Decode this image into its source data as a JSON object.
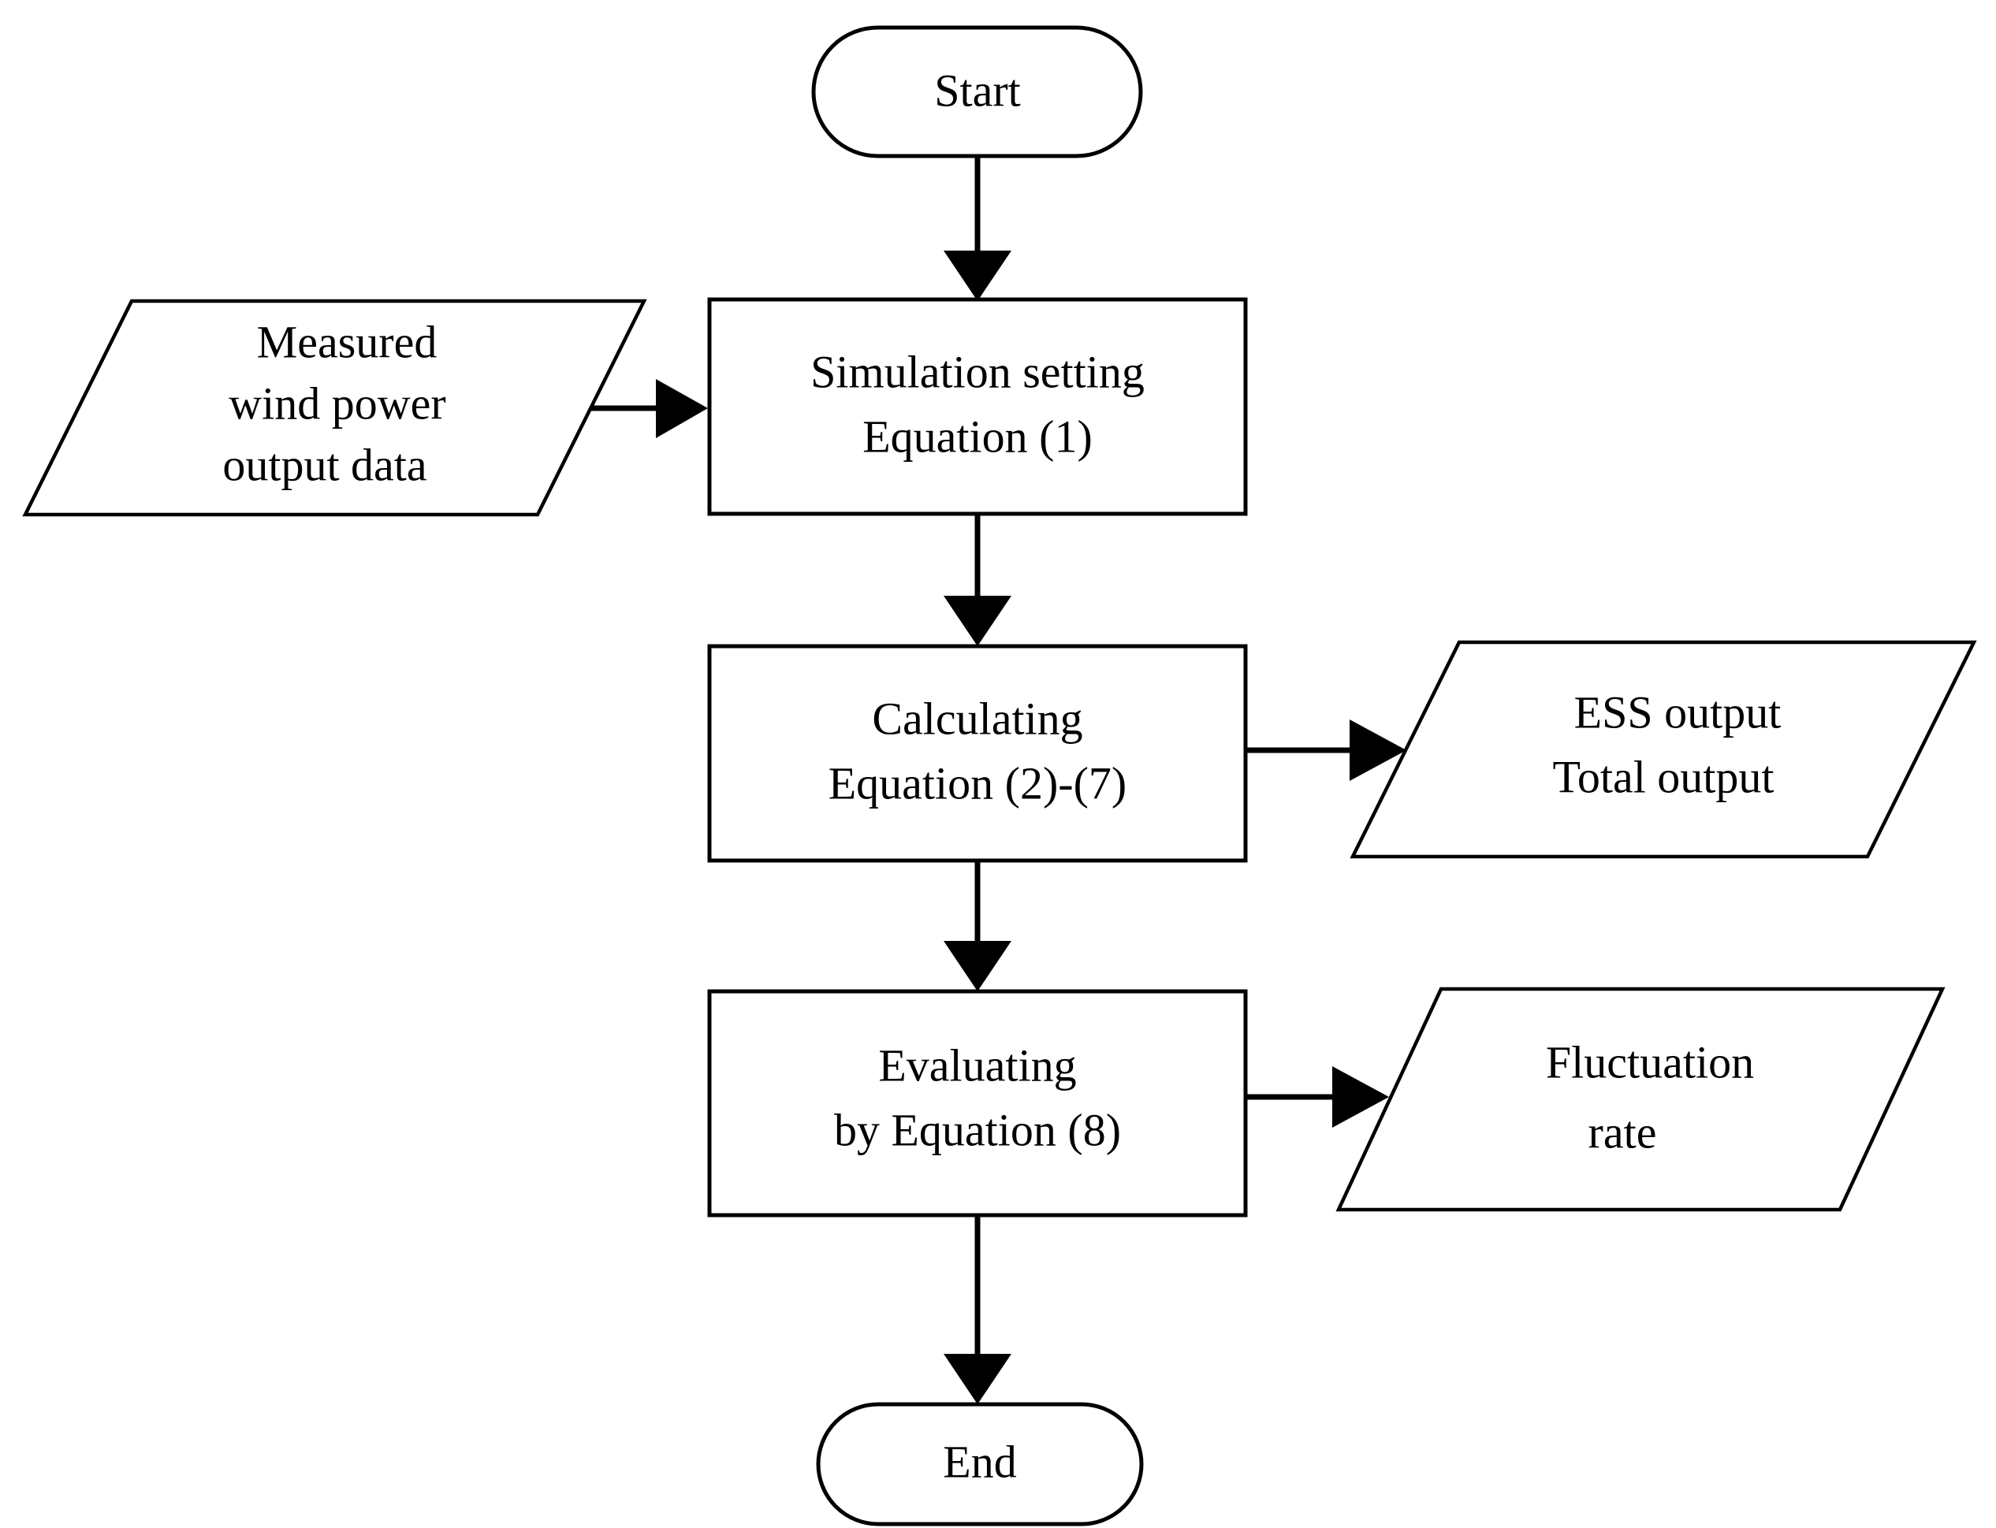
{
  "diagram": {
    "type": "flowchart",
    "title": "",
    "background_color": "#ffffff",
    "line_color": "#000000",
    "text_color": "#000000",
    "nodes": {
      "start": {
        "shape": "terminator",
        "label": "Start",
        "lines": [
          "Start"
        ]
      },
      "measured_data": {
        "shape": "parallelogram",
        "label": "Measured wind power output data",
        "lines": [
          "Measured",
          "wind power",
          "output data"
        ]
      },
      "simulation_setting": {
        "shape": "process",
        "label": "Simulation setting Equation (1)",
        "lines": [
          "Simulation setting",
          "Equation (1)"
        ]
      },
      "calculating": {
        "shape": "process",
        "label": "Calculating Equation (2)-(7)",
        "lines": [
          "Calculating",
          "Equation (2)-(7)"
        ]
      },
      "ess_output": {
        "shape": "parallelogram",
        "label": "ESS output Total output",
        "lines": [
          "ESS output",
          "Total output"
        ]
      },
      "evaluating": {
        "shape": "process",
        "label": "Evaluating by Equation (8)",
        "lines": [
          "Evaluating",
          "by Equation (8)"
        ]
      },
      "fluctuation_rate": {
        "shape": "parallelogram",
        "label": "Fluctuation rate",
        "lines": [
          "Fluctuation",
          "rate"
        ]
      },
      "end": {
        "shape": "terminator",
        "label": "End",
        "lines": [
          "End"
        ]
      }
    },
    "edges": [
      {
        "from": "start",
        "to": "simulation_setting",
        "direction": "down",
        "label": ""
      },
      {
        "from": "measured_data",
        "to": "simulation_setting",
        "direction": "right",
        "label": ""
      },
      {
        "from": "simulation_setting",
        "to": "calculating",
        "direction": "down",
        "label": ""
      },
      {
        "from": "calculating",
        "to": "ess_output",
        "direction": "right",
        "label": ""
      },
      {
        "from": "calculating",
        "to": "evaluating",
        "direction": "down",
        "label": ""
      },
      {
        "from": "evaluating",
        "to": "fluctuation_rate",
        "direction": "right",
        "label": ""
      },
      {
        "from": "evaluating",
        "to": "end",
        "direction": "down",
        "label": ""
      }
    ]
  }
}
